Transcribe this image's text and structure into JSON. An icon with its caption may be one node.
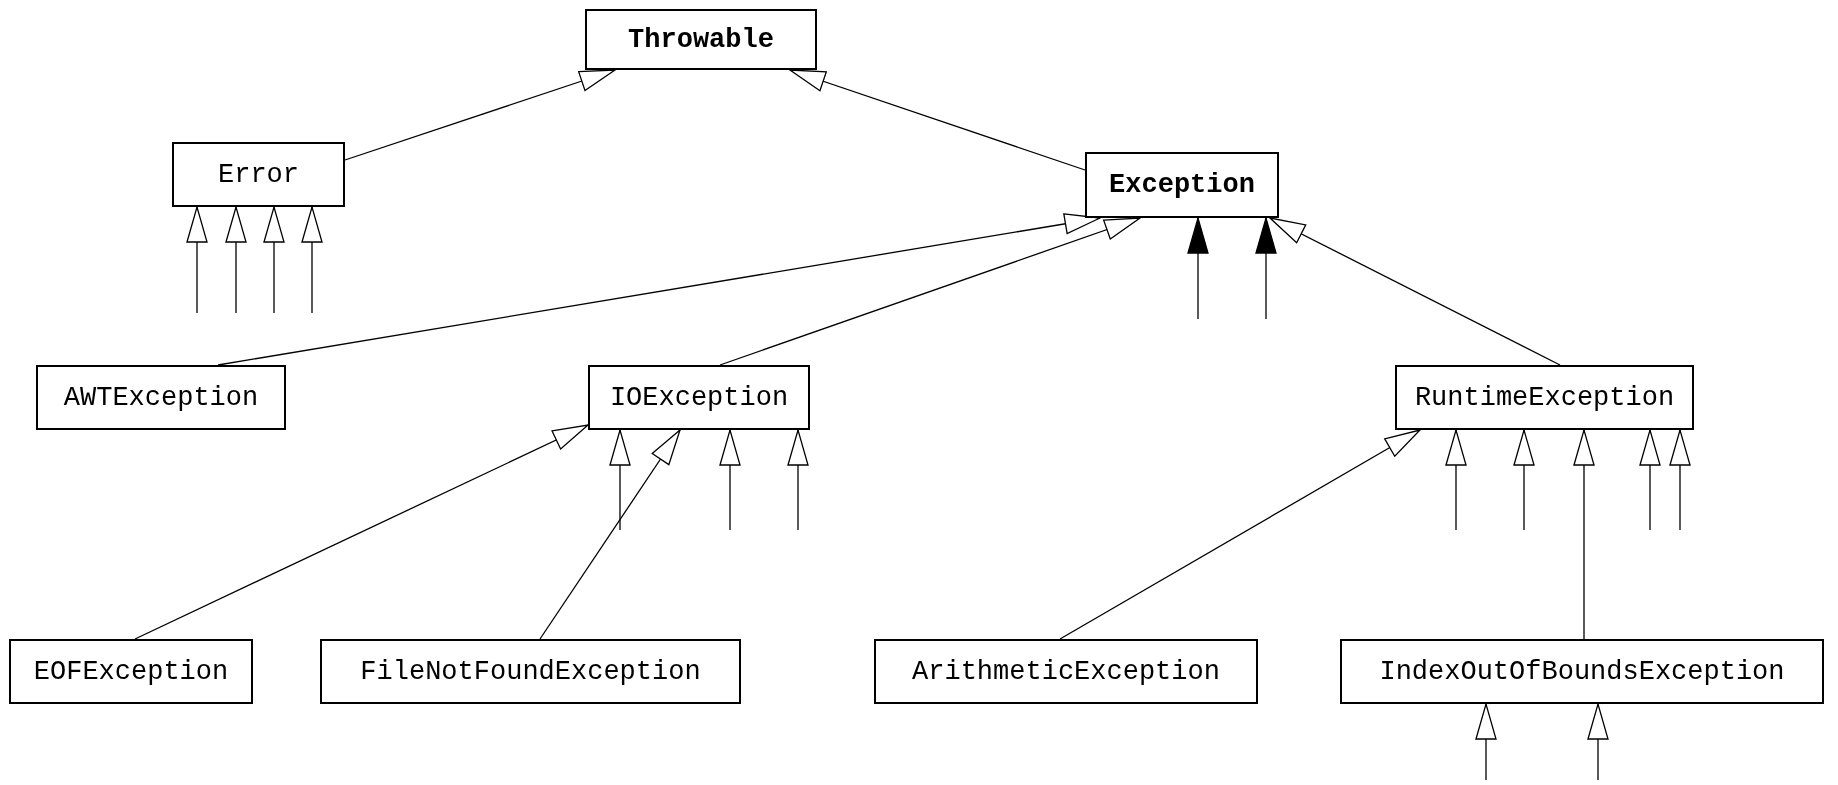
{
  "diagram": {
    "nodes": [
      {
        "text": [
          "Throwable"
        ]
      },
      {
        "text": [
          "Error"
        ]
      },
      {
        "text": [
          "Exception"
        ]
      },
      {
        "text": [
          "AWTException"
        ]
      },
      {
        "text": [
          "IOException"
        ]
      },
      {
        "text": [
          "RuntimeException"
        ]
      },
      {
        "text": [
          "EOFException"
        ]
      },
      {
        "text": [
          "FileNotFoundException"
        ]
      },
      {
        "text": [
          "ArithmeticException"
        ]
      },
      {
        "text": [
          "IndexOutOfBoundsException"
        ]
      }
    ],
    "edges": [
      {
        "from": 1,
        "to": 0,
        "arrow": "to"
      },
      {
        "from": 2,
        "to": 0,
        "arrow": "to"
      },
      {
        "from": 3,
        "to": 2,
        "arrow": "to"
      },
      {
        "from": 4,
        "to": 2,
        "arrow": "to"
      },
      {
        "from": 5,
        "to": 2,
        "arrow": "to"
      },
      {
        "from": null,
        "to": 1,
        "arrow": "to"
      },
      {
        "from": null,
        "to": 1,
        "arrow": "to"
      },
      {
        "from": null,
        "to": 1,
        "arrow": "to"
      },
      {
        "from": null,
        "to": 1,
        "arrow": "to"
      },
      {
        "from": null,
        "to": 2,
        "arrow": "to"
      },
      {
        "from": null,
        "to": 2,
        "arrow": "to"
      },
      {
        "from": 6,
        "to": 4,
        "arrow": "to"
      },
      {
        "from": 7,
        "to": 4,
        "arrow": "to"
      },
      {
        "from": null,
        "to": 4,
        "arrow": "to"
      },
      {
        "from": null,
        "to": 4,
        "arrow": "to"
      },
      {
        "from": null,
        "to": 4,
        "arrow": "to"
      },
      {
        "from": 8,
        "to": 5,
        "arrow": "to"
      },
      {
        "from": null,
        "to": 5,
        "arrow": "to"
      },
      {
        "from": null,
        "to": 5,
        "arrow": "to"
      },
      {
        "from": null,
        "to": 5,
        "arrow": "to"
      },
      {
        "from": null,
        "to": 5,
        "arrow": "to"
      },
      {
        "from": 9,
        "to": 5,
        "arrow": "to"
      },
      {
        "from": null,
        "to": 9,
        "arrow": "to"
      },
      {
        "from": null,
        "to": 9,
        "arrow": "to"
      }
    ]
  }
}
